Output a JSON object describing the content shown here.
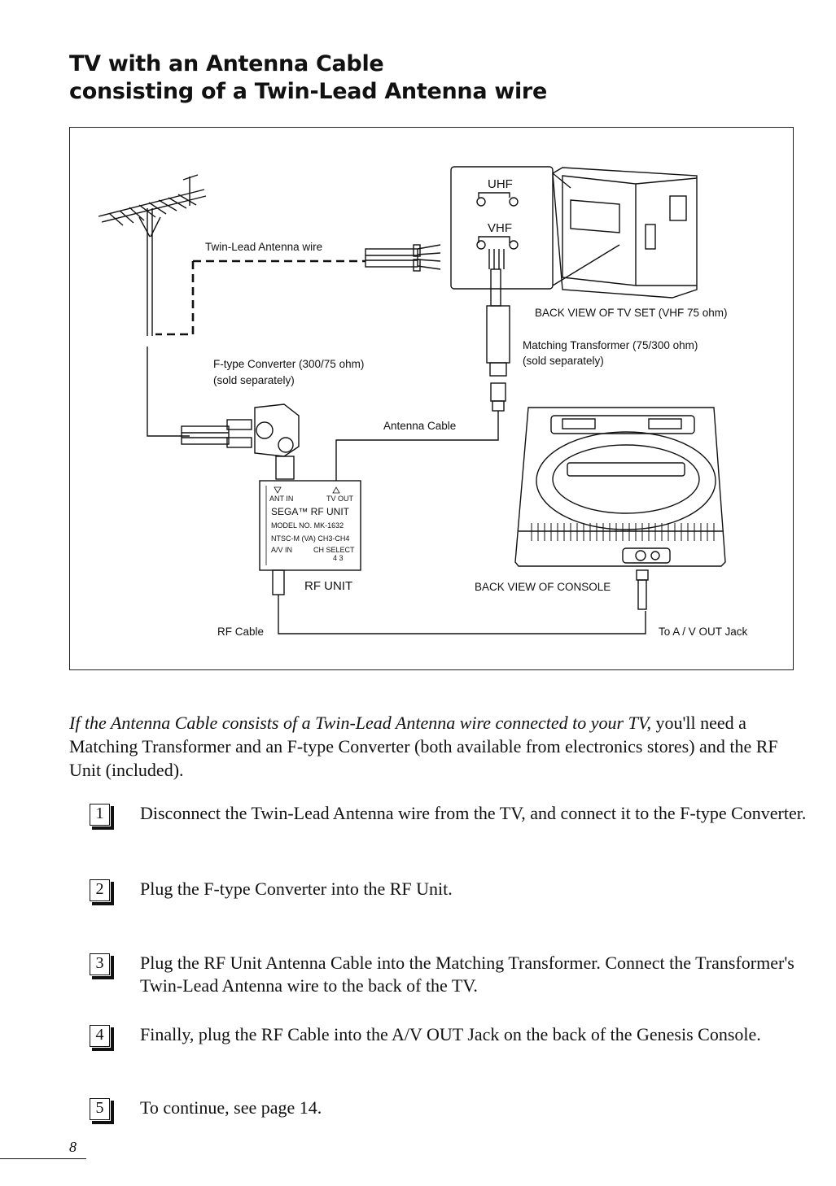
{
  "heading": {
    "line1": "TV with an Antenna Cable",
    "line2": "consisting of a Twin-Lead Antenna wire"
  },
  "diagram": {
    "twin_lead_label": "Twin-Lead Antenna wire",
    "uhf_label": "UHF",
    "vhf_label": "VHF",
    "back_view_tv_label": "BACK VIEW OF TV SET (VHF 75 ohm)",
    "matching_transformer_label": "Matching Transformer (75/300 ohm)",
    "matching_sold_label": "(sold separately)",
    "f_type_label": "F-type Converter (300/75 ohm)",
    "f_type_sold_label": "(sold separately)",
    "antenna_cable_label": "Antenna Cable",
    "rf_unit_box": {
      "ant_in": "ANT IN",
      "tv_out": "TV OUT",
      "title": "SEGA™ RF UNIT",
      "model": "MODEL NO. MK-1632",
      "ntsc": "NTSC-M (VA) CH3-CH4",
      "av_in": "A/V IN",
      "ch_select": "CH SELECT",
      "ch_values": "4  3"
    },
    "rf_unit_label": "RF UNIT",
    "back_view_console_label": "BACK VIEW OF CONSOLE",
    "rf_cable_label": "RF Cable",
    "av_out_label": "To A / V OUT Jack"
  },
  "intro": {
    "italic": "If the Antenna Cable consists of a Twin-Lead Antenna wire connected to your TV,",
    "rest": "you'll need a Matching Transformer and an F-type Converter (both available from electronics stores) and the RF Unit (included)."
  },
  "steps": [
    {
      "number": "1",
      "text": "Disconnect the Twin-Lead Antenna wire from the TV, and connect it to the F-type Converter."
    },
    {
      "number": "2",
      "text": "Plug the F-type Converter into the RF Unit."
    },
    {
      "number": "3",
      "text": "Plug the RF Unit Antenna Cable into the Matching Transformer. Connect the Transformer's Twin-Lead Antenna wire to the back of the TV."
    },
    {
      "number": "4",
      "text": "Finally, plug the RF Cable into the A/V OUT Jack on the back of the Genesis Console."
    },
    {
      "number": "5",
      "text": "To continue, see page 14."
    }
  ],
  "page_number": "8"
}
